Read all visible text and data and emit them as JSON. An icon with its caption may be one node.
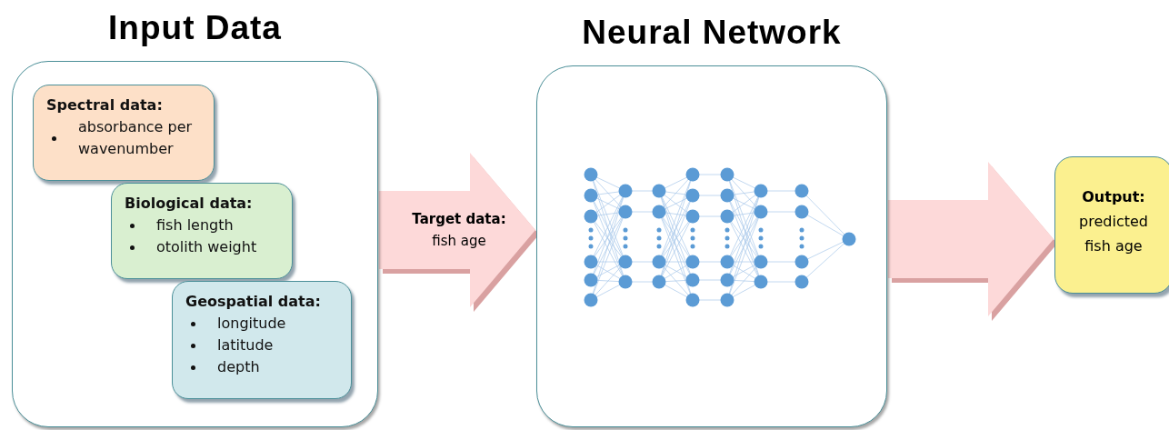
{
  "diagram": {
    "nodes": [
      {
        "text": [
          "Input Data"
        ]
      },
      {
        "text": [
          "Spectral data:",
          "absorbance per wavenumber"
        ],
        "in": 0
      },
      {
        "text": [
          "Biological data:",
          "fish length",
          "otolith weight"
        ],
        "in": 0
      },
      {
        "text": [
          "Geospatial data:",
          "longitude",
          "latitude",
          "depth"
        ],
        "in": 0
      },
      {
        "text": [
          "Neural Network"
        ]
      },
      {
        "text": [
          "Output:",
          "predicted fish age"
        ]
      }
    ],
    "edges": [
      {
        "from": 0,
        "to": 4,
        "arrow": "to",
        "label": "**Target data:** fish age"
      },
      {
        "from": 4,
        "to": 5,
        "arrow": "to"
      }
    ]
  }
}
